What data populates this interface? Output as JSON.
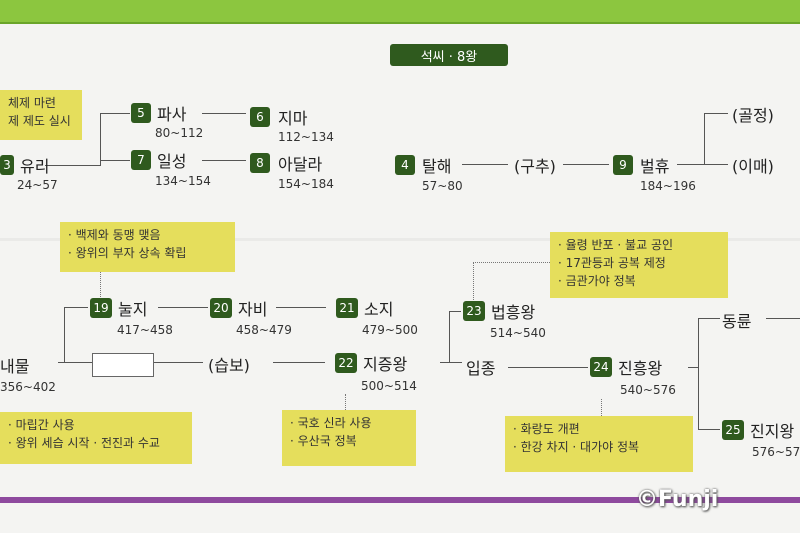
{
  "dynasty_label": "석씨 · 8왕",
  "watermark": "©Funji",
  "kings": [
    {
      "id": "k3",
      "num": "3",
      "name": "유리",
      "years": "24~57"
    },
    {
      "id": "k5",
      "num": "5",
      "name": "파사",
      "years": "80~112"
    },
    {
      "id": "k6",
      "num": "6",
      "name": "지마",
      "years": "112~134"
    },
    {
      "id": "k7",
      "num": "7",
      "name": "일성",
      "years": "134~154"
    },
    {
      "id": "k8",
      "num": "8",
      "name": "아달라",
      "years": "154~184"
    },
    {
      "id": "k4",
      "num": "4",
      "name": "탈해",
      "years": "57~80"
    },
    {
      "id": "k9",
      "num": "9",
      "name": "벌휴",
      "years": "184~196"
    },
    {
      "id": "k19",
      "num": "19",
      "name": "눌지",
      "years": "417~458"
    },
    {
      "id": "k20",
      "num": "20",
      "name": "자비",
      "years": "458~479"
    },
    {
      "id": "k21",
      "num": "21",
      "name": "소지",
      "years": "479~500"
    },
    {
      "id": "k22",
      "num": "22",
      "name": "지증왕",
      "years": "500~514"
    },
    {
      "id": "k23",
      "num": "23",
      "name": "법흥왕",
      "years": "514~540"
    },
    {
      "id": "k24",
      "num": "24",
      "name": "진흥왕",
      "years": "540~576"
    },
    {
      "id": "k25",
      "num": "25",
      "name": "진지왕",
      "years": "576~57"
    },
    {
      "id": "k17",
      "num": "",
      "name": "내물",
      "years": "356~402"
    }
  ],
  "others": {
    "gucheu": "(구추)",
    "goljeong": "(골정)",
    "imae": "(이매)",
    "seupbo": "(습보)",
    "ipjong": "입종",
    "dongryun": "동륜"
  },
  "notes": {
    "top_left": [
      "체제 마련",
      "제 제도 실시"
    ],
    "baekje": [
      "· 백제와 동맹 맺음",
      "· 왕위의 부자 상속 확립"
    ],
    "bottom_left": [
      "· 마립간 사용",
      "· 왕위 세습 시작  · 전진과 수교"
    ],
    "jijeung": [
      "· 국호 신라 사용",
      "· 우산국 정복"
    ],
    "beopheung": [
      "· 율령 반포  · 불교 공인",
      "· 17관등과 공복 제정",
      "· 금관가야 정복"
    ],
    "jinheung": [
      "· 화랑도 개편",
      "· 한강 차지 · 대가야 정복"
    ]
  }
}
